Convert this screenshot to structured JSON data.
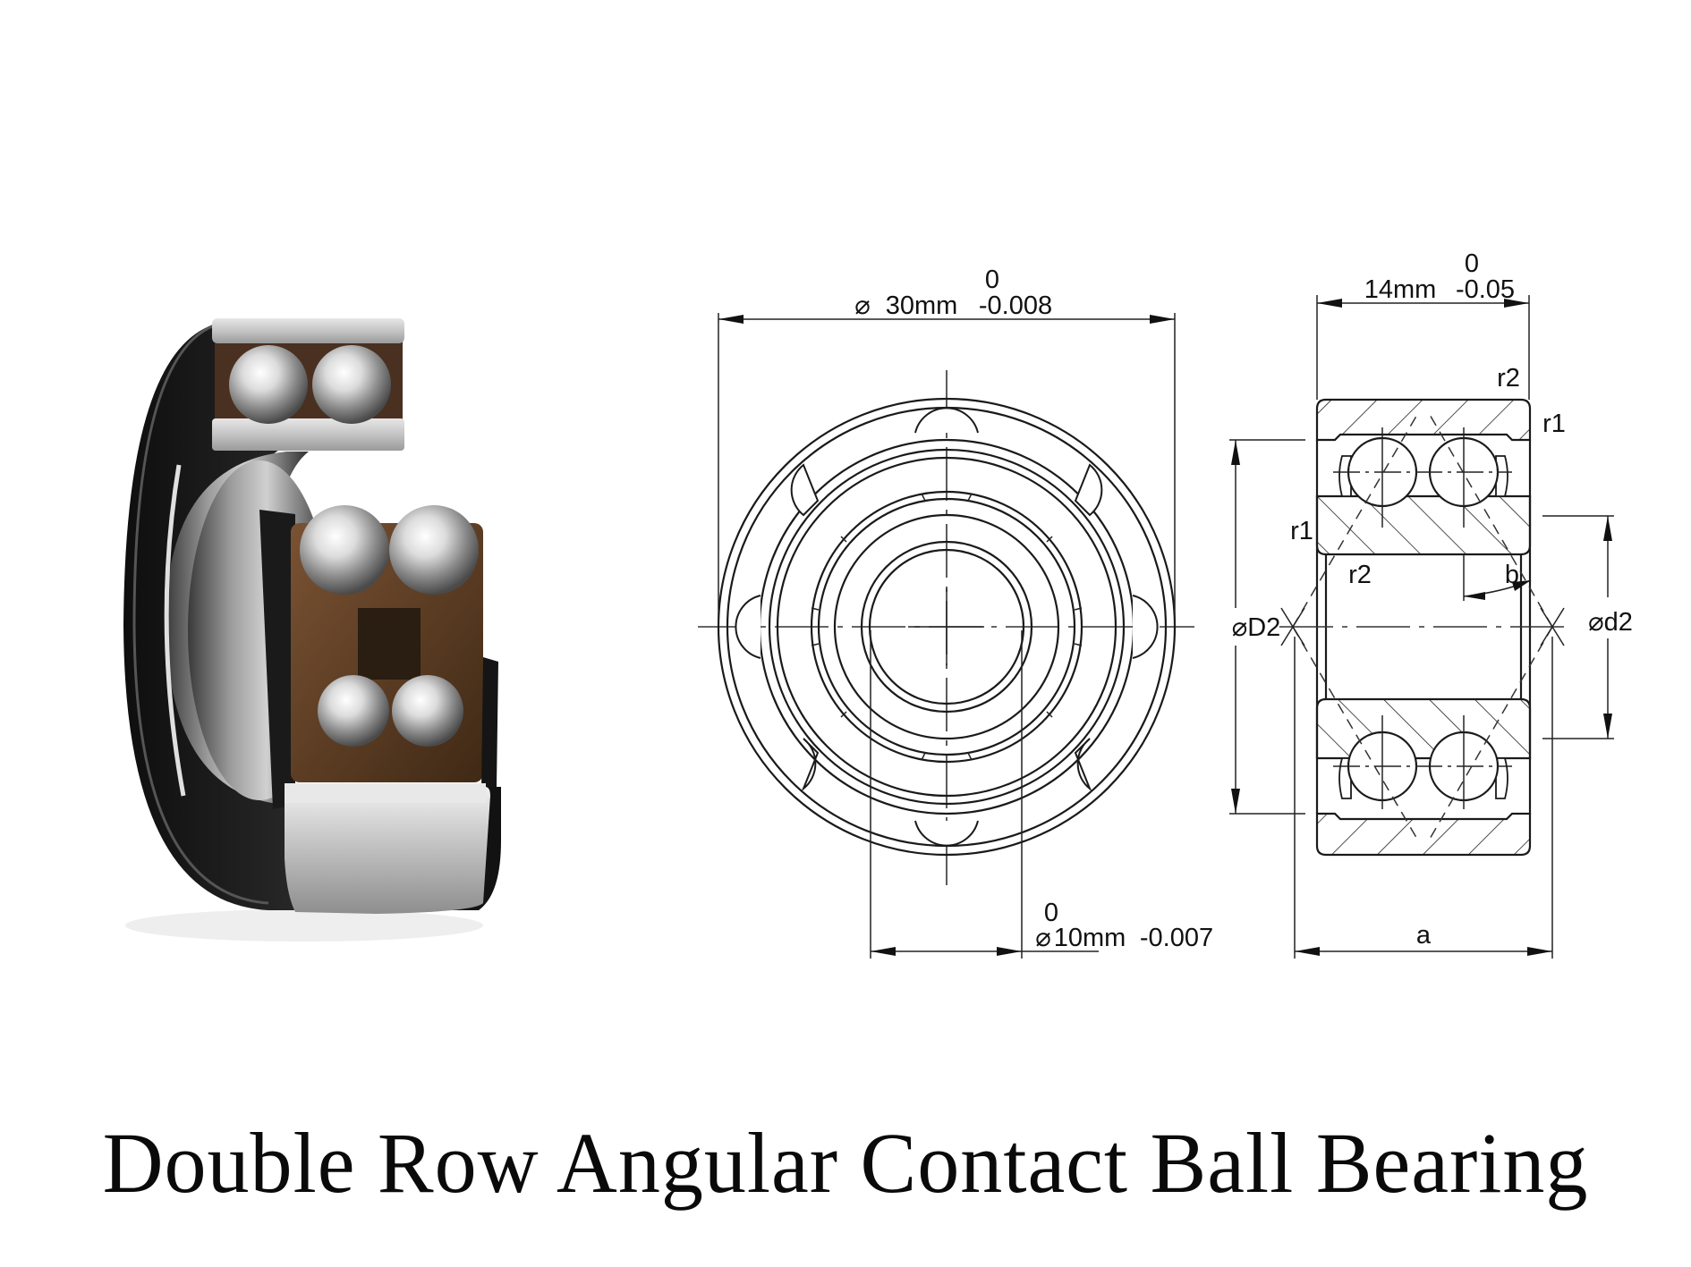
{
  "title": "Double Row Angular Contact Ball Bearing",
  "photo": {
    "alt": "3D cutaway render of a sealed double row angular contact ball bearing",
    "colors": {
      "seal": "#1c1c1c",
      "metal": "#c9c9c9",
      "cage": "#5a3b22",
      "ball": "#d8d8d8"
    }
  },
  "front_view": {
    "outer_diameter": {
      "symbol": "⌀",
      "value": "30mm",
      "upper_tol": "0",
      "lower_tol": "-0.008"
    },
    "bore_diameter": {
      "symbol": "⌀",
      "value": "10mm",
      "upper_tol": "0",
      "lower_tol": "-0.007"
    }
  },
  "section_view": {
    "width": {
      "value": "14mm",
      "upper_tol": "0",
      "lower_tol": "-0.05"
    },
    "labels": {
      "r2_top": "r2",
      "r1_top": "r1",
      "r1_left": "r1",
      "r2_left": "r2",
      "b": "b",
      "D2": "⌀D2",
      "d2": "⌀d2",
      "a": "a"
    }
  }
}
